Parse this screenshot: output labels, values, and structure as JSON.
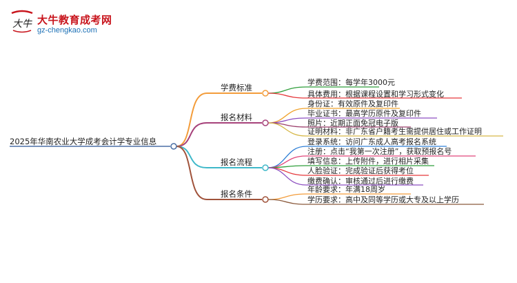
{
  "logo": {
    "title": "大牛教育成考网",
    "url": "gz-chengkao.com",
    "mark_text": "大牛"
  },
  "mindmap": {
    "root": "2025年华南农业大学成考会计学专业信息",
    "branches": [
      {
        "label": "学费标准",
        "color": "#f39c3a",
        "leaves": [
          {
            "text": "学费范围：每学年3000元",
            "color": "#2e9e3a"
          },
          {
            "text": "具体费用：根据课程设置和学习形式变化",
            "color": "#e5383b"
          }
        ]
      },
      {
        "label": "报名材料",
        "color": "#a6417a",
        "leaves": [
          {
            "text": "身份证：有效原件及复印件",
            "color": "#f0a32e"
          },
          {
            "text": "毕业证书：最高学历原件及复印件",
            "color": "#8c4ec0"
          },
          {
            "text": "照片：近期正面免冠电子版",
            "color": "#9b3d6b"
          },
          {
            "text": "证明材料：非广东省户籍考生需提供居住或工作证明",
            "color": "#d6b848"
          }
        ]
      },
      {
        "label": "报名流程",
        "color": "#3eb8c9",
        "leaves": [
          {
            "text": "登录系统：访问广东成人高考报名系统",
            "color": "#2f7fd6"
          },
          {
            "text": "注册：点击“我第一次注册”，获取预报名号",
            "color": "#e0467a"
          },
          {
            "text": "填写信息：上传附件，进行相片采集",
            "color": "#2e9e3a"
          },
          {
            "text": "人脸验证：完成验证后获得考位",
            "color": "#e5383b"
          },
          {
            "text": "缴费确认：审核通过后进行缴费",
            "color": "#8c4ec0"
          }
        ]
      },
      {
        "label": "报名条件",
        "color": "#a0523a",
        "leaves": [
          {
            "text": "年龄要求：年满18周岁",
            "color": "#f39c3a"
          },
          {
            "text": "学历要求：高中及同等学历或大专及以上学历",
            "color": "#8b5a3c"
          }
        ]
      }
    ]
  }
}
